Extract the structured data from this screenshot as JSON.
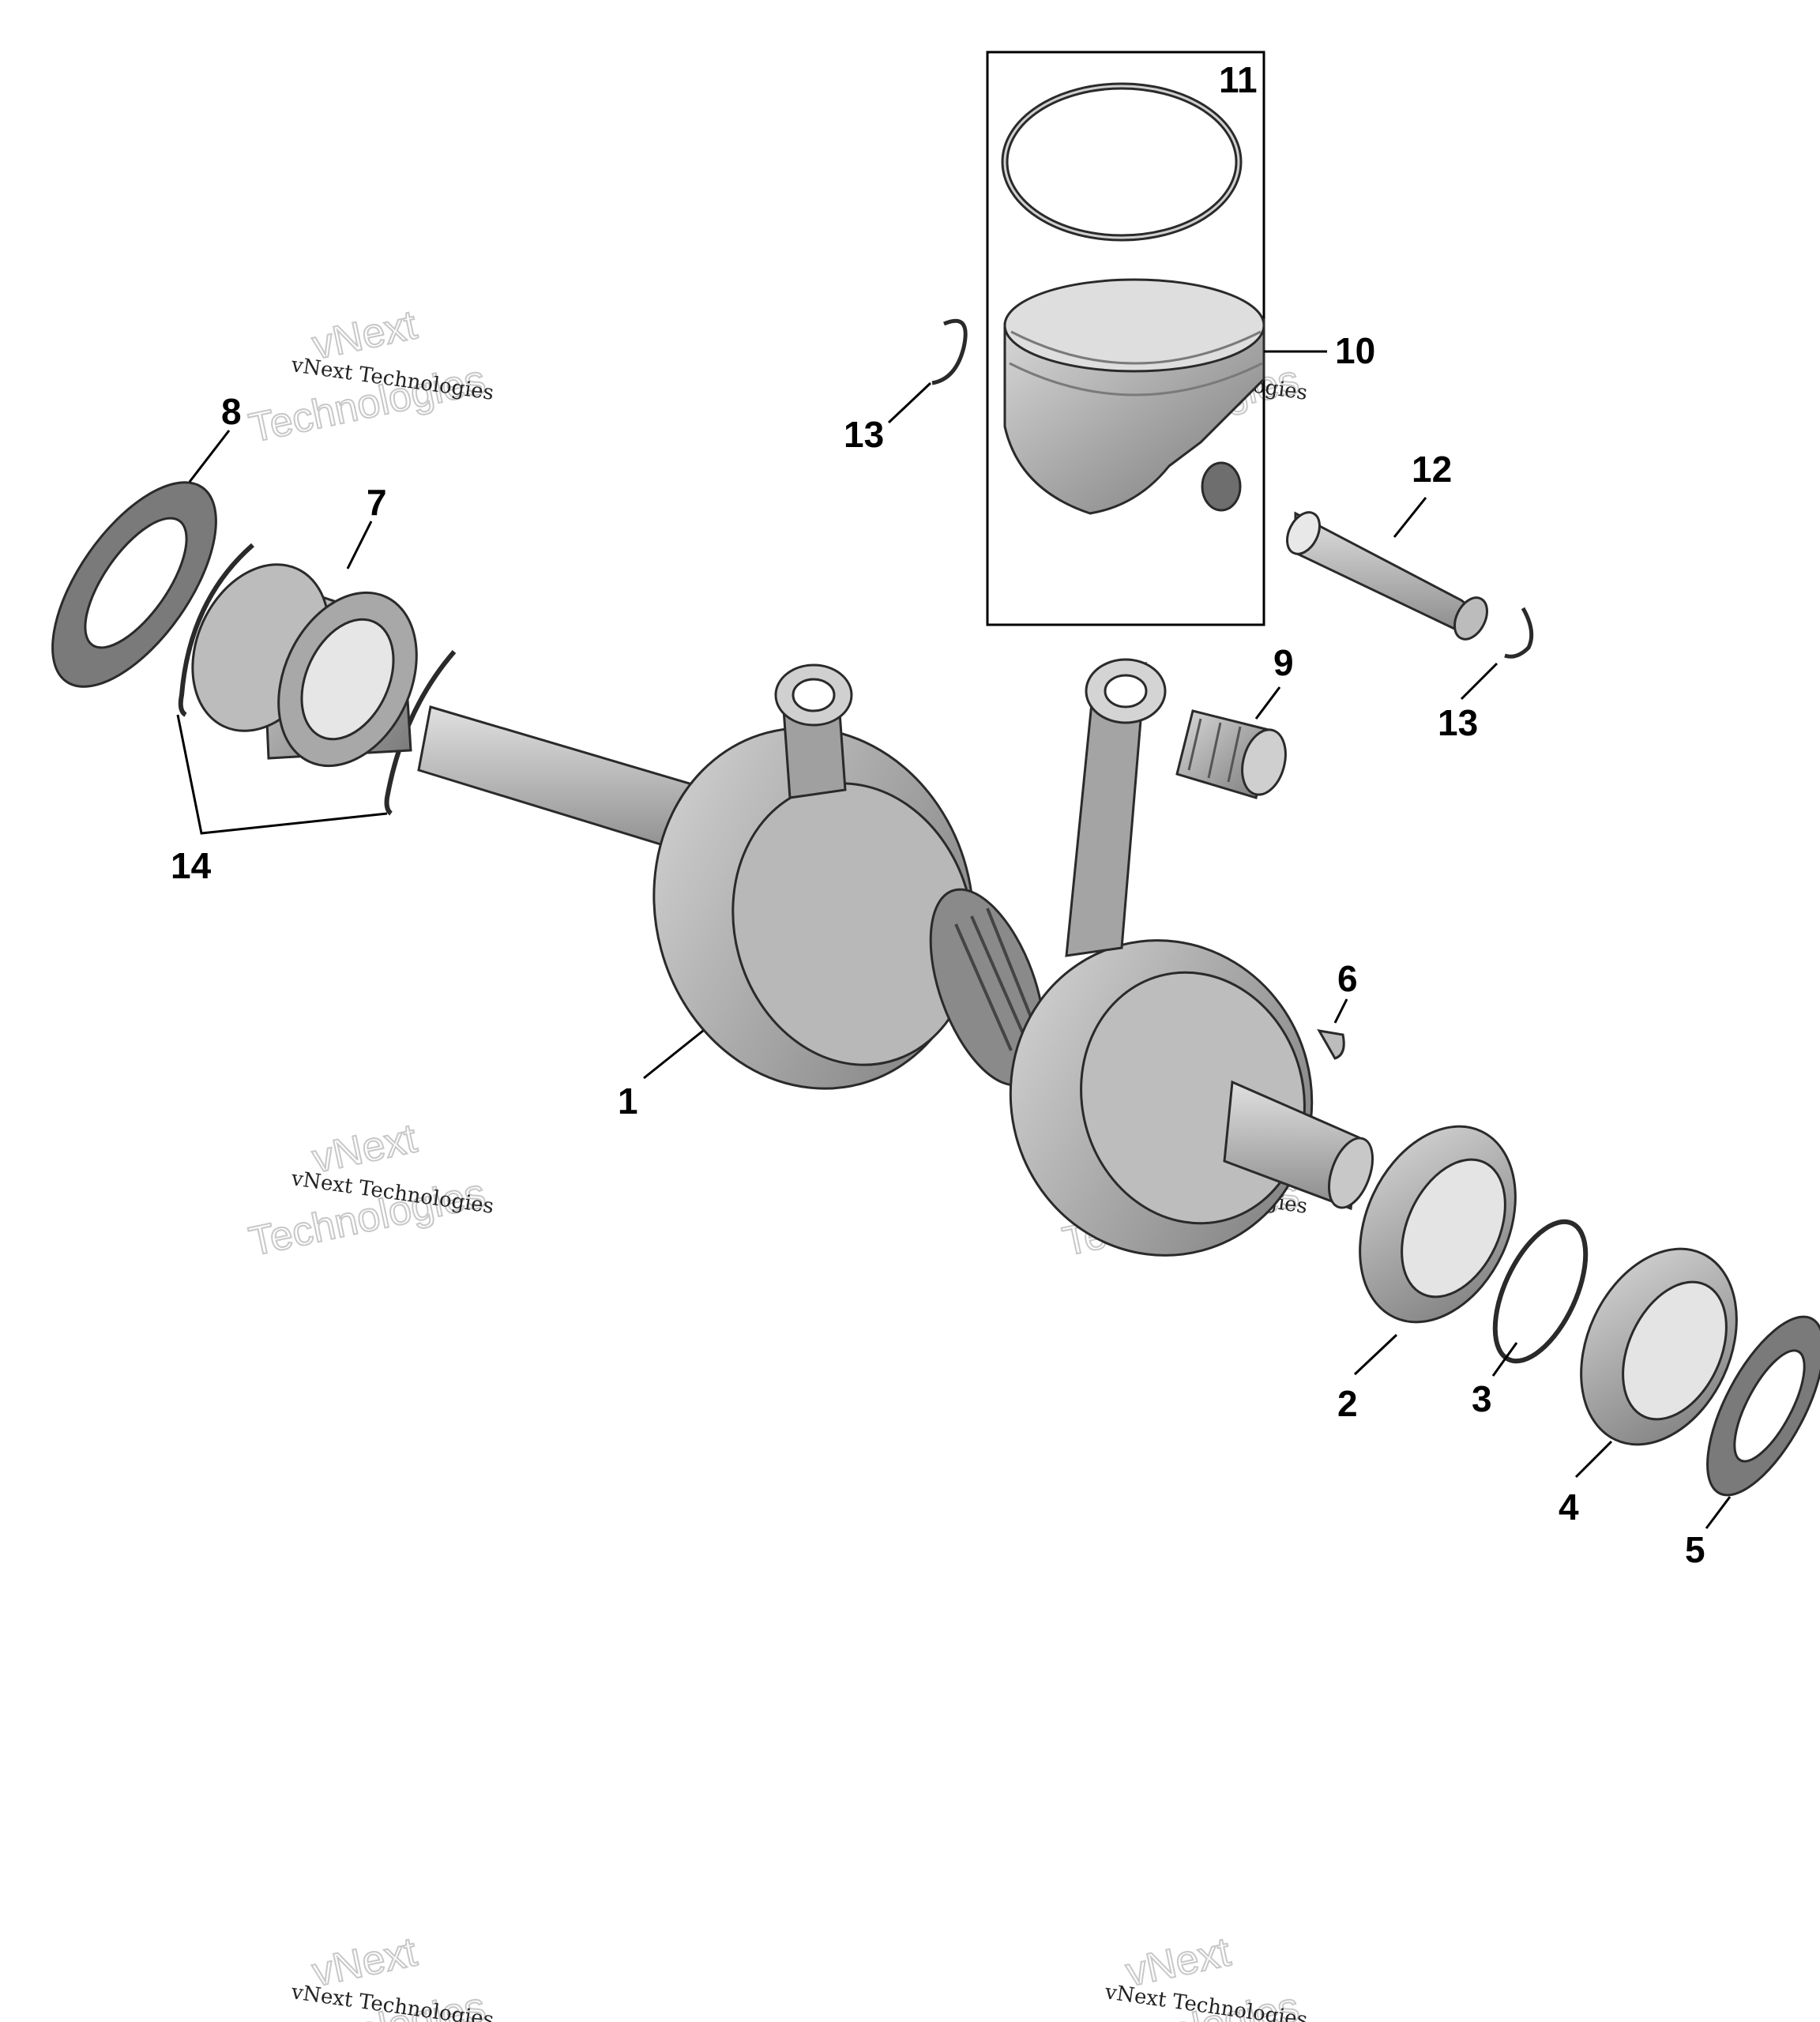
{
  "diagram": {
    "callouts": {
      "c1": "1",
      "c2": "2",
      "c3": "3",
      "c4": "4",
      "c5": "5",
      "c6": "6",
      "c7": "7",
      "c8": "8",
      "c9": "9",
      "c10": "10",
      "c11": "11",
      "c12": "12",
      "c13a": "13",
      "c13b": "13",
      "c14": "14"
    },
    "watermark": {
      "line": "vNext Technologies",
      "big_top": "vNext",
      "big_bottom": "Technologies"
    },
    "colors": {
      "part_fill": "#a8a8a8",
      "part_light": "#d2d2d2",
      "part_dark": "#6e6e6e",
      "outline": "#2a2a2a"
    }
  }
}
